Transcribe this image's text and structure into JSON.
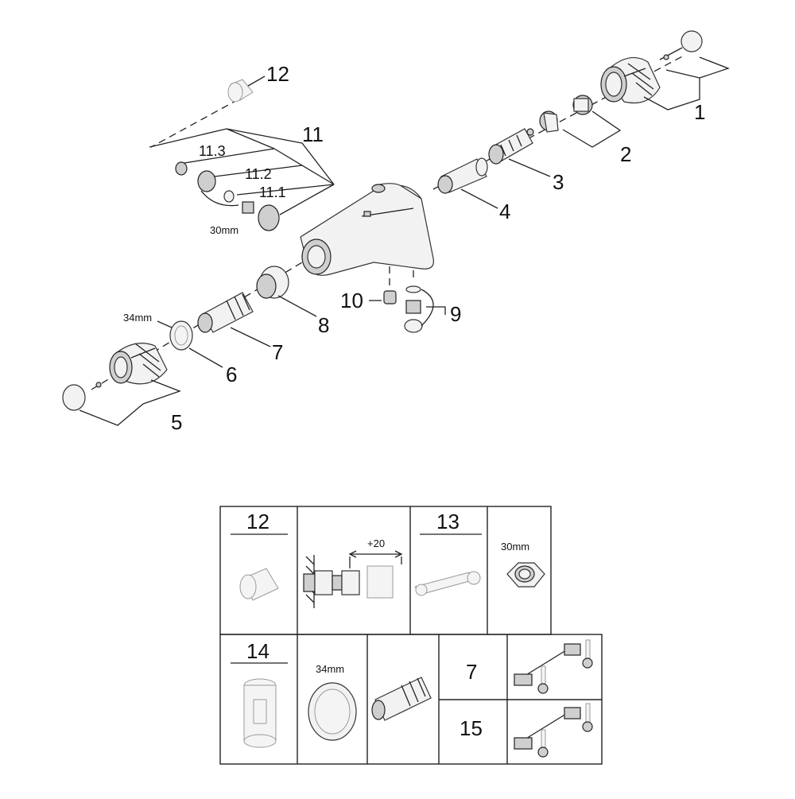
{
  "callouts": {
    "c1": "1",
    "c2": "2",
    "c3": "3",
    "c4": "4",
    "c5": "5",
    "c6": "6",
    "c7": "7",
    "c8": "8",
    "c9": "9",
    "c10": "10",
    "c11": "11",
    "c12": "12",
    "c11_1": "11.1",
    "c11_2": "11.2",
    "c11_3": "11.3"
  },
  "dimensions": {
    "nut_30": "30mm",
    "ring_34": "34mm"
  },
  "accessories_table": {
    "row1": {
      "cell_12": "12",
      "extension": "+20",
      "cell_13": "13",
      "nut": "30mm"
    },
    "row2": {
      "cell_14": "14",
      "ring": "34mm",
      "variant_a": "7",
      "variant_b": "15"
    }
  },
  "colors": {
    "line": "#222222",
    "part_fill": "#f2f2f2",
    "dark_fill": "#cfcfcf",
    "accent": "#111111"
  }
}
